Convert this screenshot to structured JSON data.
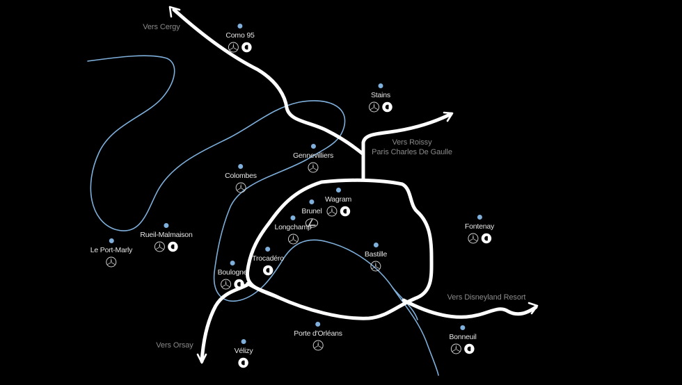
{
  "colors": {
    "background": "#000000",
    "road": "#ffffff",
    "river": "#7fb0dc",
    "dealer_dot": "#7fb0dc",
    "destination_text": "#8a8a8a",
    "label_text": "#e6e6e6"
  },
  "destinations": [
    {
      "id": "cergy",
      "lines": [
        "Vers Cergy"
      ]
    },
    {
      "id": "roissy",
      "lines": [
        "Vers Roissy",
        "Paris Charles De Gaulle"
      ]
    },
    {
      "id": "disneyland",
      "lines": [
        "Vers Disneyland Resort"
      ]
    },
    {
      "id": "orsay",
      "lines": [
        "Vers Orsay"
      ]
    }
  ],
  "sites": [
    {
      "name": "Como 95",
      "brands": [
        "mercedes-benz",
        "smart"
      ]
    },
    {
      "name": "Stains",
      "brands": [
        "mercedes-benz",
        "smart"
      ]
    },
    {
      "name": "Gennevilliers",
      "brands": [
        "mercedes-benz"
      ]
    },
    {
      "name": "Colombes",
      "brands": [
        "mercedes-benz"
      ]
    },
    {
      "name": "Wagram",
      "brands": [
        "mercedes-benz",
        "smart"
      ]
    },
    {
      "name": "Brunel",
      "brands": [
        "lexus"
      ]
    },
    {
      "name": "Longchamp",
      "brands": [
        "mercedes-benz"
      ]
    },
    {
      "name": "Fontenay",
      "brands": [
        "mercedes-benz",
        "smart"
      ]
    },
    {
      "name": "Rueil-Malmaison",
      "brands": [
        "mercedes-benz",
        "smart"
      ]
    },
    {
      "name": "Le Port-Marly",
      "brands": [
        "mercedes-benz"
      ]
    },
    {
      "name": "Trocadéro",
      "brands": [
        "smart"
      ]
    },
    {
      "name": "Bastille",
      "brands": [
        "mercedes-benz"
      ]
    },
    {
      "name": "Boulogne",
      "brands": [
        "mercedes-benz",
        "smart"
      ]
    },
    {
      "name": "Porte d'Orléans",
      "brands": [
        "mercedes-benz"
      ]
    },
    {
      "name": "Bonneuil",
      "brands": [
        "mercedes-benz",
        "smart"
      ]
    },
    {
      "name": "Vélizy",
      "brands": [
        "smart"
      ]
    }
  ]
}
